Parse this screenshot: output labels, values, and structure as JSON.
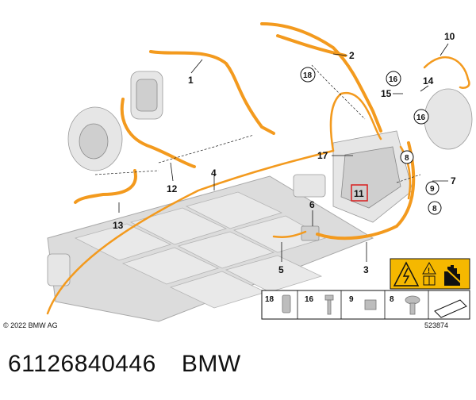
{
  "diagram": {
    "callouts": [
      "1",
      "2",
      "3",
      "4",
      "5",
      "6",
      "7",
      "8",
      "9",
      "10",
      "11",
      "12",
      "13",
      "14",
      "15",
      "16",
      "17",
      "18"
    ],
    "copyright": "© 2022 BMW AG",
    "reference": "523874",
    "legend_items": [
      "18",
      "16",
      "9",
      "8"
    ]
  },
  "footer": {
    "part_number": "61126840446",
    "brand": "BMW"
  },
  "colors": {
    "cable": "#f39a1e",
    "highlight_box": "#d81e1e",
    "warning": "#f5b800"
  }
}
